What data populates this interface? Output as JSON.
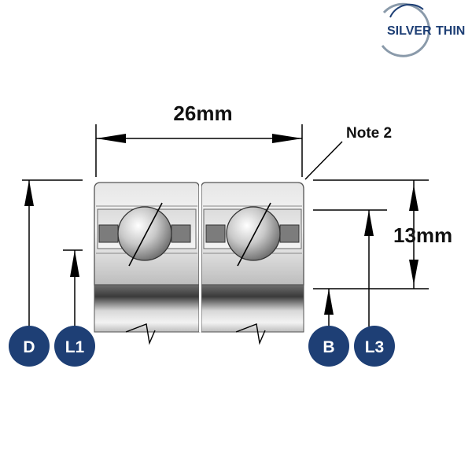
{
  "logo": {
    "text_dark": "SILVER",
    "text_light": "THIN",
    "colors": {
      "dark": "#1e3f75",
      "light": "#1e3f75",
      "ring": "#8a9aaa"
    }
  },
  "dimensions": {
    "width_label": "26mm",
    "height_label": "13mm",
    "note_label": "Note 2"
  },
  "badges": [
    {
      "label": "D"
    },
    {
      "label": "L1"
    },
    {
      "label": "B"
    },
    {
      "label": "L3"
    }
  ],
  "colors": {
    "badge": "#1e3f75",
    "line": "#000000",
    "bearing_outline": "#555555"
  }
}
